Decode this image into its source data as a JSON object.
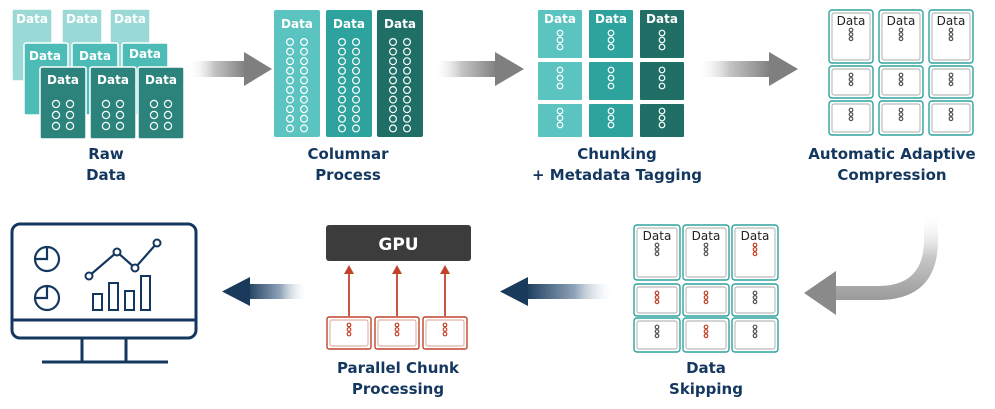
{
  "cells": {
    "data": "Data"
  },
  "gpu": {
    "label": "GPU"
  },
  "steps": {
    "raw": [
      "Raw",
      "Data"
    ],
    "columnar": [
      "Columnar",
      "Process"
    ],
    "chunking": [
      "Chunking",
      "+ Metadata Tagging"
    ],
    "compression": [
      "Automatic Adaptive",
      "Compression"
    ],
    "skipping": [
      "Data",
      "Skipping"
    ],
    "parallel": [
      "Parallel Chunk",
      "Processing"
    ]
  },
  "colors": {
    "teal_light": "#5cc4c0",
    "teal_mid": "#2ea39e",
    "teal_dark": "#1f6f67",
    "label_navy": "#14375f",
    "gpu_dark": "#3c3c3c",
    "processing_red": "#c0442a",
    "grey_arrow": "#8c8c8c",
    "navy_arrow": "#1a3a5c"
  }
}
